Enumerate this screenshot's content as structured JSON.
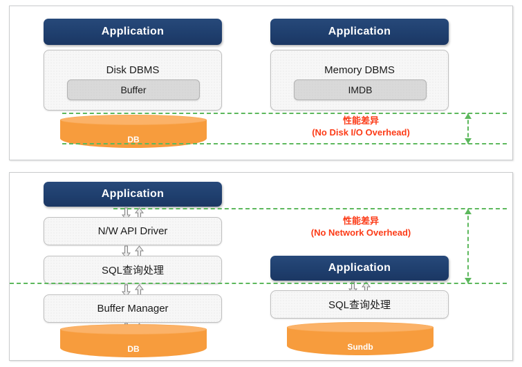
{
  "diagram": {
    "title_text_absent": true,
    "colors": {
      "app_bar_navy": "#1f3f6e",
      "box_light": "#f7f7f7",
      "chip_gray": "#d9d9d9",
      "cylinder_orange": "#f79c3d",
      "cylinder_top_orange": "#fbb268",
      "annotation_red": "#fc3b17",
      "separator_green": "#5cb85c",
      "panel_border": "#c9cbcd"
    }
  },
  "panel_top": {
    "left_stack": {
      "app_label": "Application",
      "dbms_label": "Disk DBMS",
      "chip_label": "Buffer",
      "cylinder_label": "DB"
    },
    "right_stack": {
      "app_label": "Application",
      "dbms_label": "Memory DBMS",
      "chip_label": "IMDB"
    },
    "annotation": {
      "line1": "性能差异",
      "line2": "(No Disk I/O Overhead)"
    }
  },
  "panel_bottom": {
    "left_stack": {
      "app_label": "Application",
      "layer1_label": "N/W API Driver",
      "layer2_label": "SQL查询处理",
      "layer3_label": "Buffer Manager",
      "cylinder_label": "DB"
    },
    "right_stack": {
      "app_label": "Application",
      "layer1_label": "SQL查询处理",
      "cylinder_label": "Sundb"
    },
    "annotation": {
      "line1": "性能差异",
      "line2": "(No Network Overhead)"
    }
  }
}
